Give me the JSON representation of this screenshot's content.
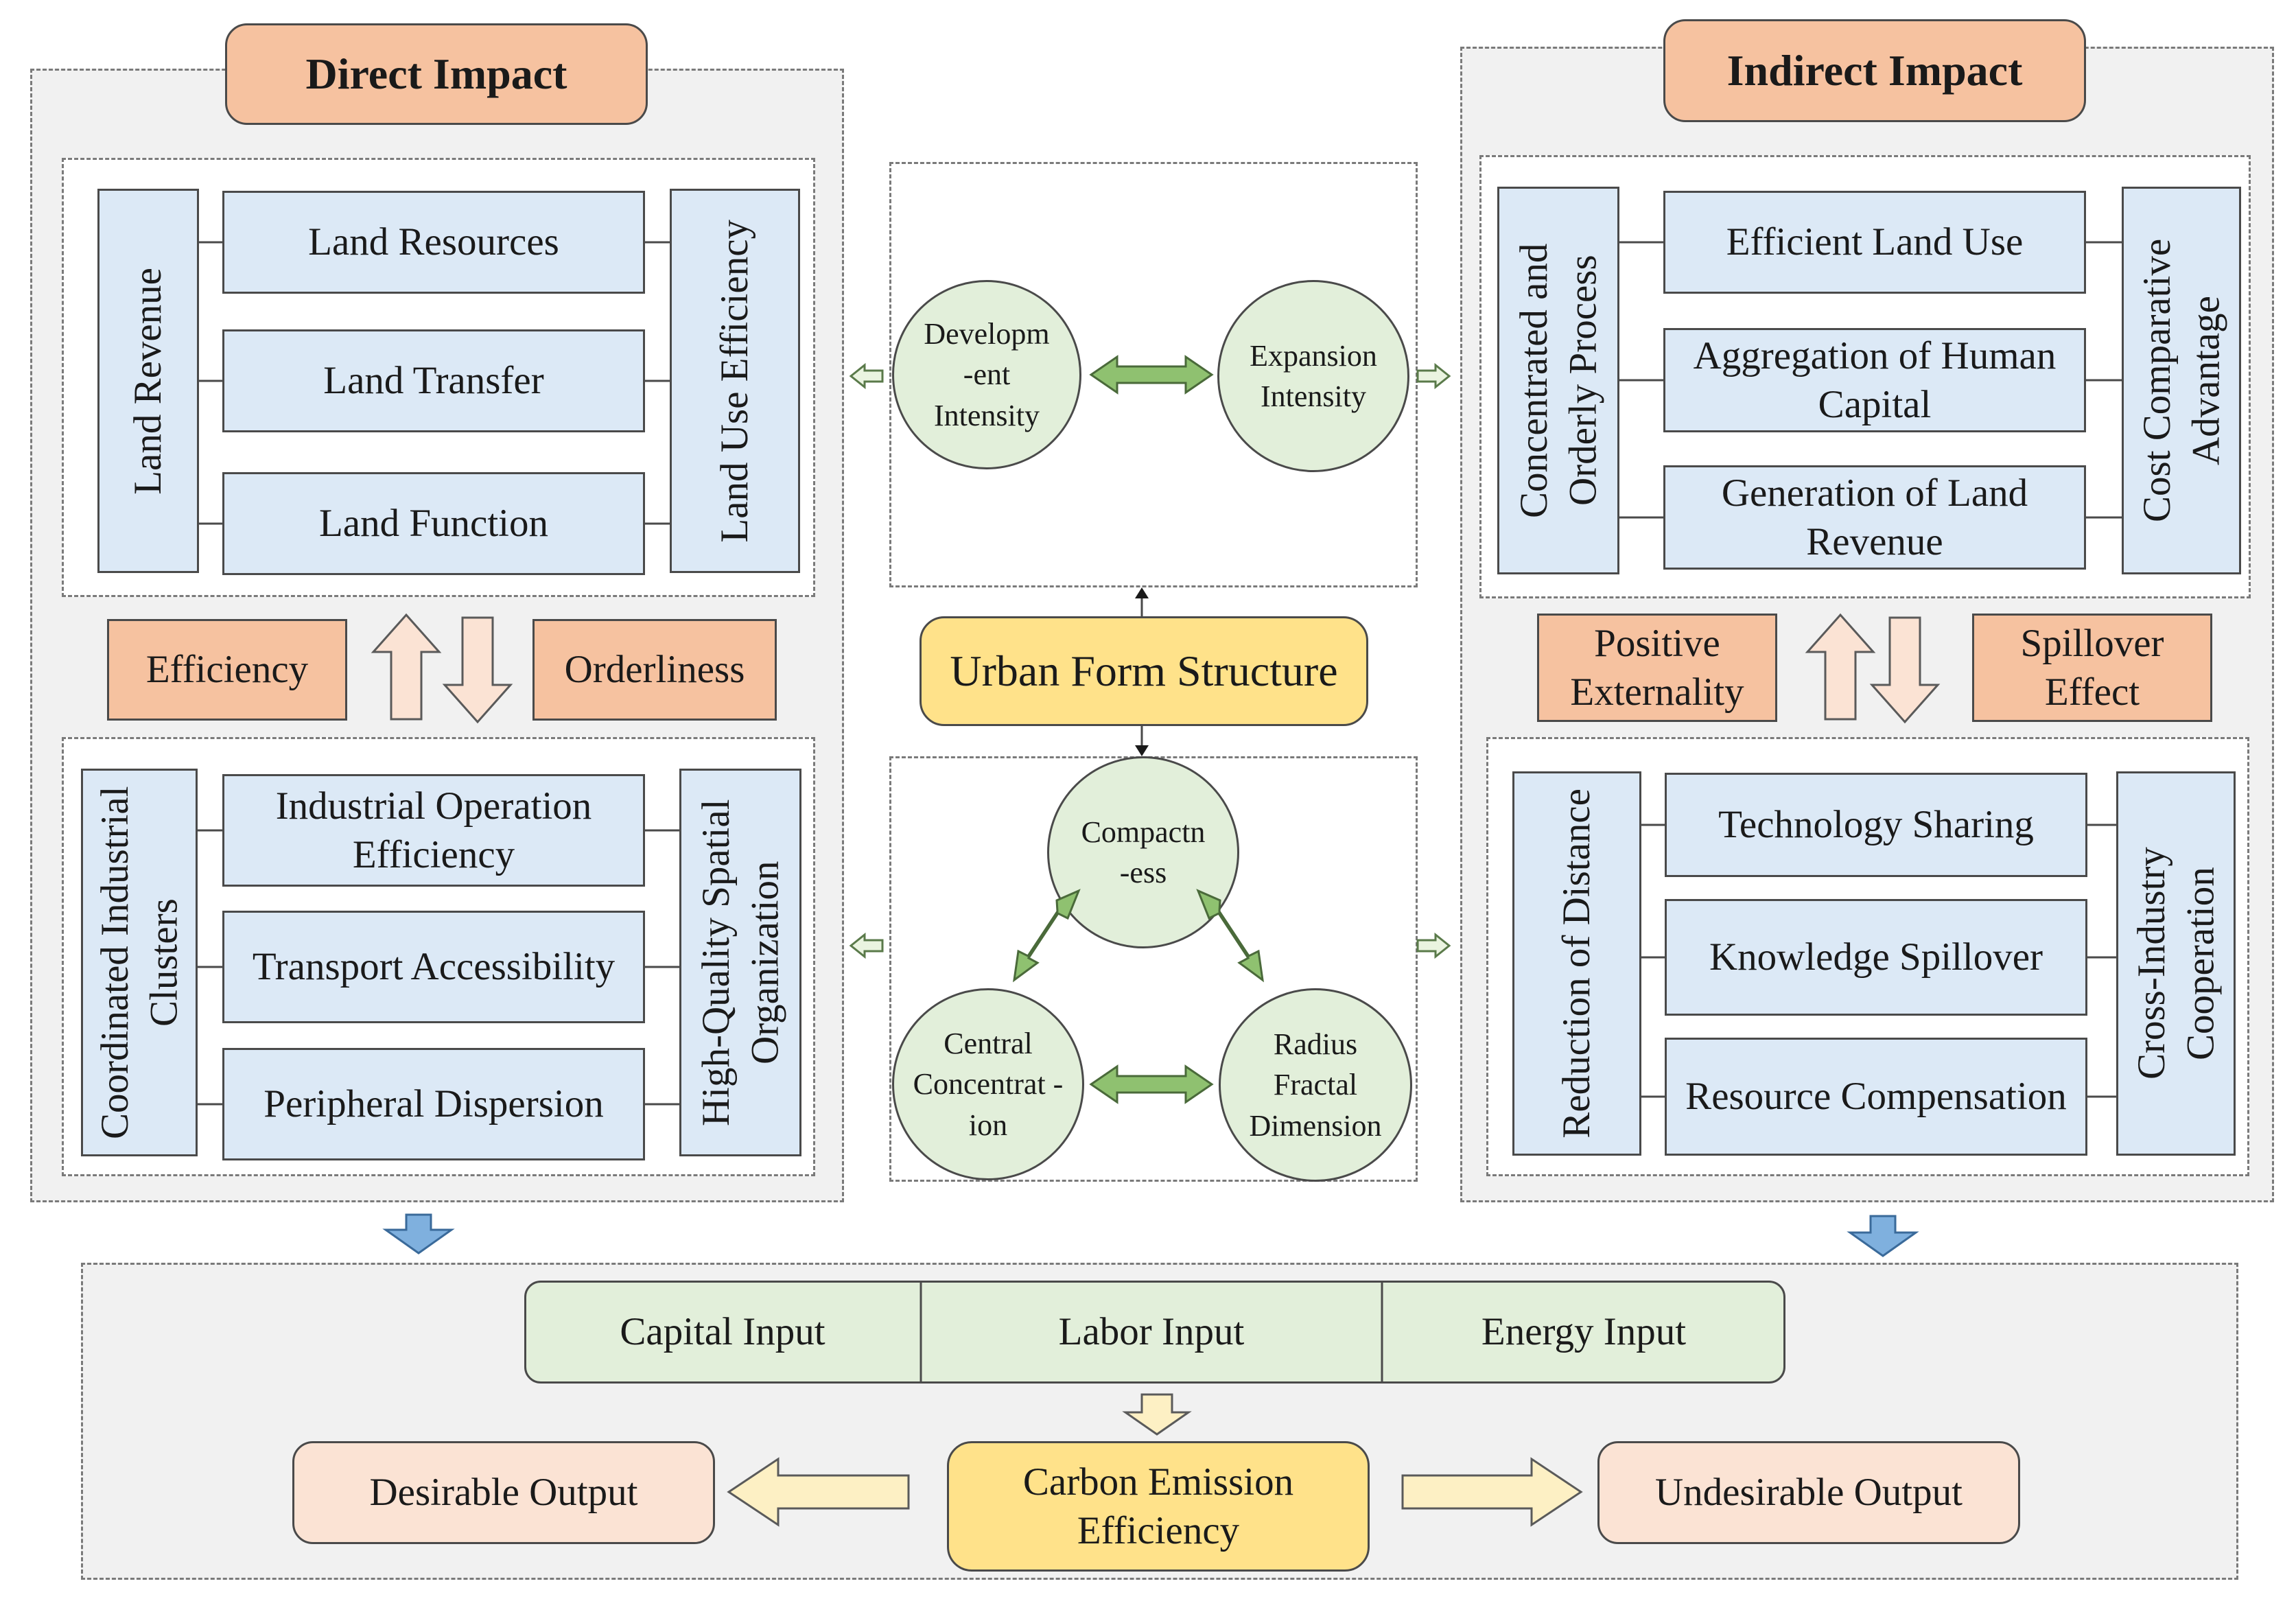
{
  "direct": {
    "title": "Direct Impact",
    "top": {
      "left": "Land Revenue",
      "items": [
        "Land Resources",
        "Land Transfer",
        "Land Function"
      ],
      "right": "Land Use Efficiency"
    },
    "mid": {
      "left": "Efficiency",
      "right": "Orderliness"
    },
    "bottom": {
      "left": "Coordinated Industrial Clusters",
      "items": [
        "Industrial Operation Efficiency",
        "Transport Accessibility",
        "Peripheral Dispersion"
      ],
      "right": "High-Quality Spatial Organization"
    }
  },
  "indirect": {
    "title": "Indirect Impact",
    "top": {
      "left": "Concentrated and Orderly Process",
      "items": [
        "Efficient Land Use",
        "Aggregation of Human Capital",
        "Generation of Land Revenue"
      ],
      "right": "Cost Comparative Advantage"
    },
    "mid": {
      "left": "Positive Externality",
      "right": "Spillover Effect"
    },
    "bottom": {
      "left": "Reduction of Distance",
      "items": [
        "Technology Sharing",
        "Knowledge Spillover",
        "Resource Compensation"
      ],
      "right": "Cross-Industry Cooperation"
    }
  },
  "center": {
    "top_circles": [
      "Developm -ent Intensity",
      "Expansion Intensity"
    ],
    "main": "Urban Form Structure",
    "bottom_circles": {
      "top": "Compactn -ess",
      "left": "Central Concentrat -ion",
      "right": "Radius Fractal Dimension"
    }
  },
  "bottom": {
    "inputs": [
      "Capital Input",
      "Labor Input",
      "Energy Input"
    ],
    "center": "Carbon Emission Efficiency",
    "left": "Desirable Output",
    "right": "Undesirable Output"
  },
  "colors": {
    "blue_box": "#dce9f6",
    "orange_box": "#f6c2a0",
    "green": "#e2efda",
    "yellow": "#ffe28a",
    "peach": "#fbe3d4",
    "arrow_green": "#8fc170",
    "arrow_blue": "#7fb0de"
  }
}
